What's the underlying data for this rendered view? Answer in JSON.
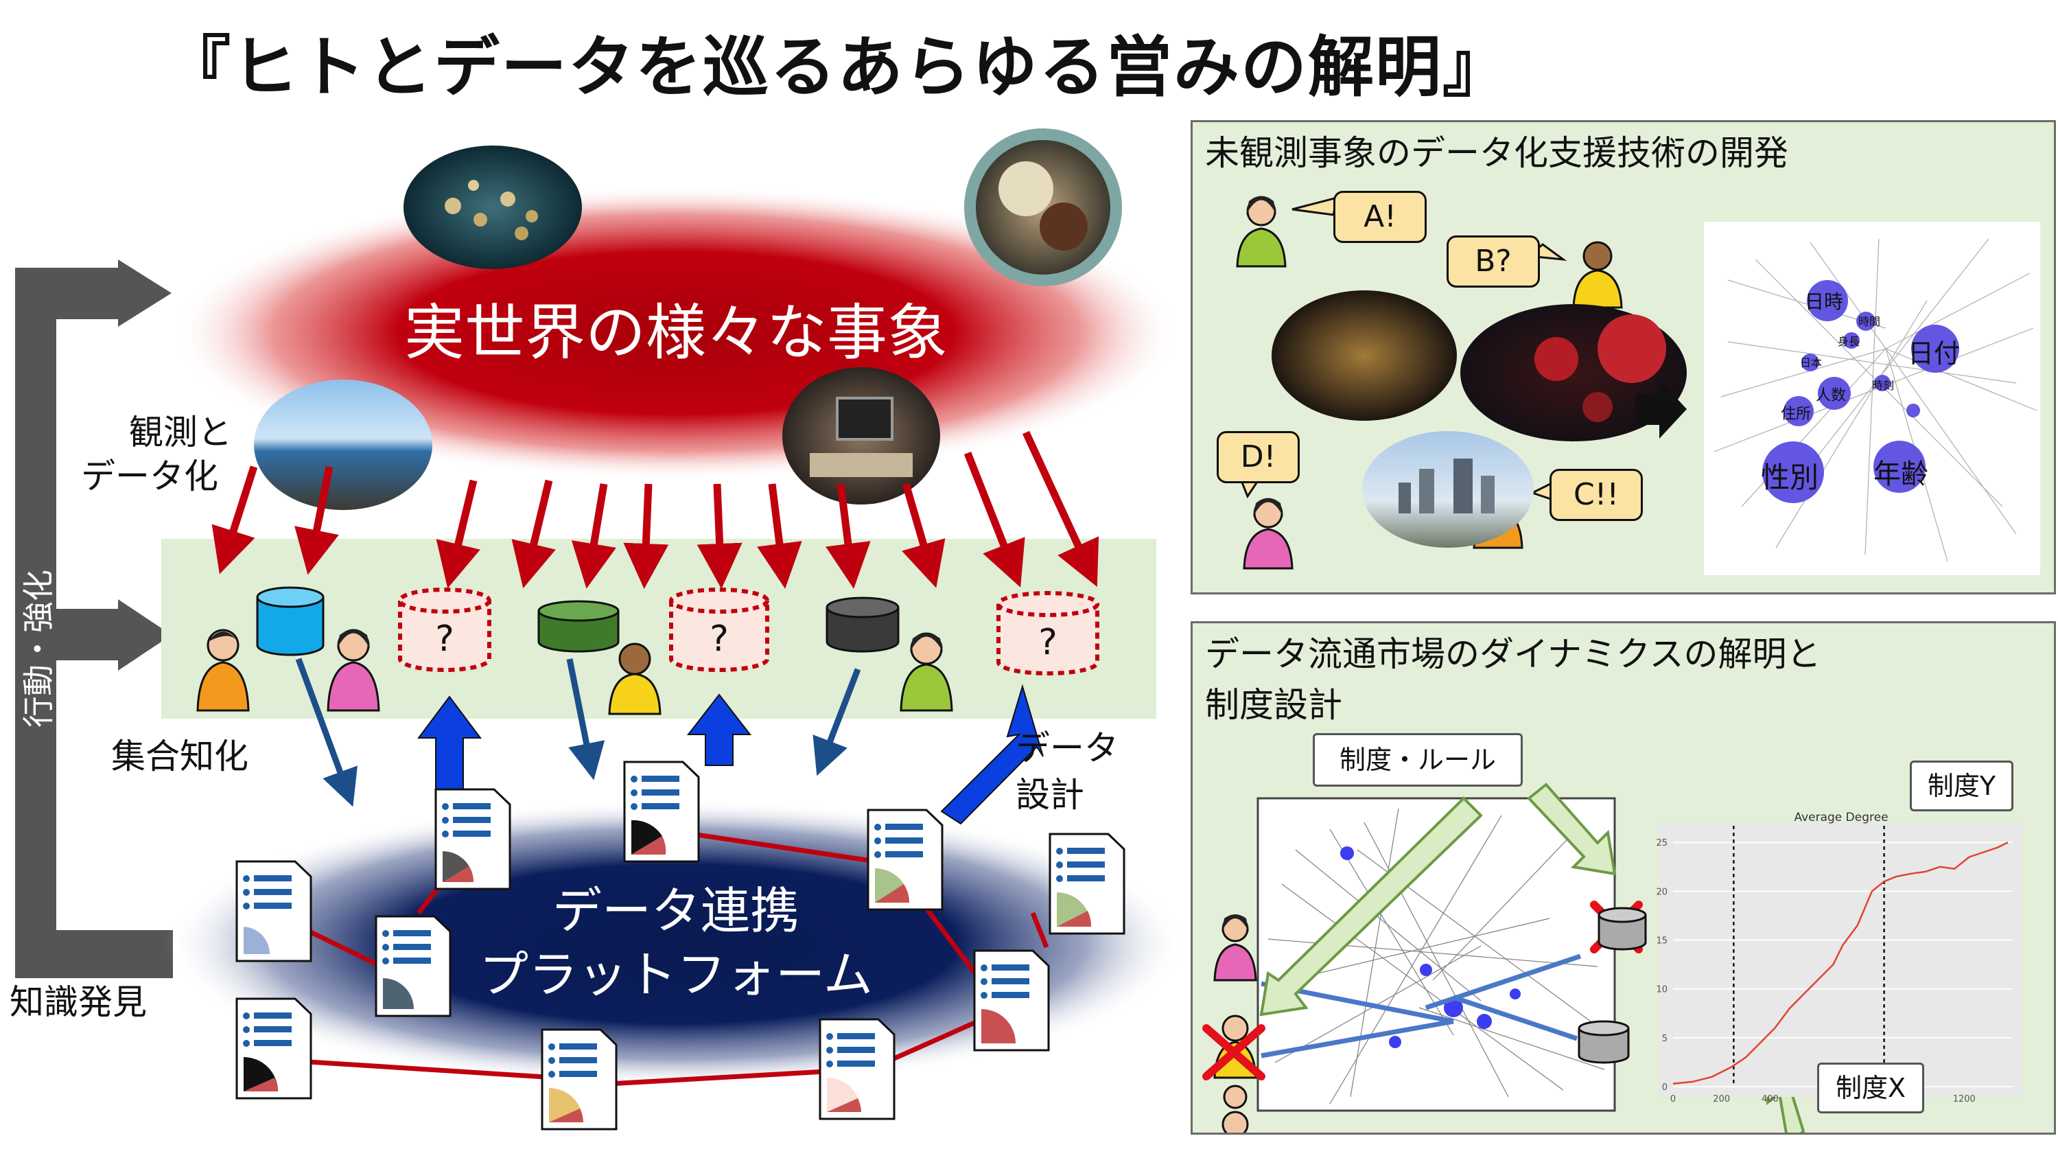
{
  "title": "『ヒトとデータを巡るあらゆる営みの解明』",
  "real_world": {
    "label": "実世界の様々な事象"
  },
  "platform": {
    "label_line1": "データ連携",
    "label_line2": "プラットフォーム"
  },
  "left_labels": {
    "observe_line1": "観測と",
    "observe_line2": "データ化",
    "collective": "集合知化",
    "knowledge": "知識発見",
    "feedback": "行動・強化"
  },
  "design_label": {
    "line1": "データ",
    "line2": "設計"
  },
  "unknown_symbol": "?",
  "panel_top": {
    "title": "未観測事象のデータ化支援技術の開発",
    "bubbles": [
      "A!",
      "B?",
      "C!!",
      "D!"
    ],
    "network_nodes": [
      "日時",
      "日付",
      "人数",
      "住所",
      "性別",
      "年齢",
      "時間",
      "時刻",
      "身長",
      "日本"
    ]
  },
  "panel_bottom": {
    "title_line1": "データ流通市場のダイナミクスの解明と",
    "title_line2": "制度設計",
    "rule_label": "制度・ルール",
    "policy_y": "制度Y",
    "policy_x": "制度X",
    "chart_title": "Average Degree"
  },
  "chart_data": {
    "type": "line",
    "title": "Average Degree",
    "x_ticks": [
      "0",
      "200",
      "400",
      "1200"
    ],
    "y_ticks": [
      "0",
      "5",
      "10",
      "15",
      "20",
      "25"
    ],
    "xlim": [
      0,
      1400
    ],
    "ylim": [
      0,
      26
    ],
    "x": [
      0,
      80,
      160,
      240,
      300,
      360,
      420,
      480,
      540,
      600,
      660,
      700,
      760,
      820,
      870,
      920,
      980,
      1040,
      1100,
      1160,
      1220,
      1280,
      1340,
      1380
    ],
    "values": [
      0.3,
      0.5,
      1.0,
      2.0,
      3.0,
      4.5,
      6.0,
      8.0,
      9.5,
      11.0,
      12.5,
      14.5,
      16.5,
      20.0,
      21.0,
      21.5,
      21.8,
      22.0,
      22.5,
      22.3,
      23.5,
      24.0,
      24.5,
      25.0
    ],
    "vlines": [
      250,
      870
    ]
  },
  "colors": {
    "red_glow": "#c0000e",
    "navy_glow": "#0b1e5c",
    "arrow_red": "#c0000e",
    "arrow_blue": "#0b3fe0",
    "arrow_navy": "#1c4f8a",
    "panel_bg": "#e4efd9",
    "band_bg": "#dfeed4",
    "feedback_gray": "#555555"
  }
}
